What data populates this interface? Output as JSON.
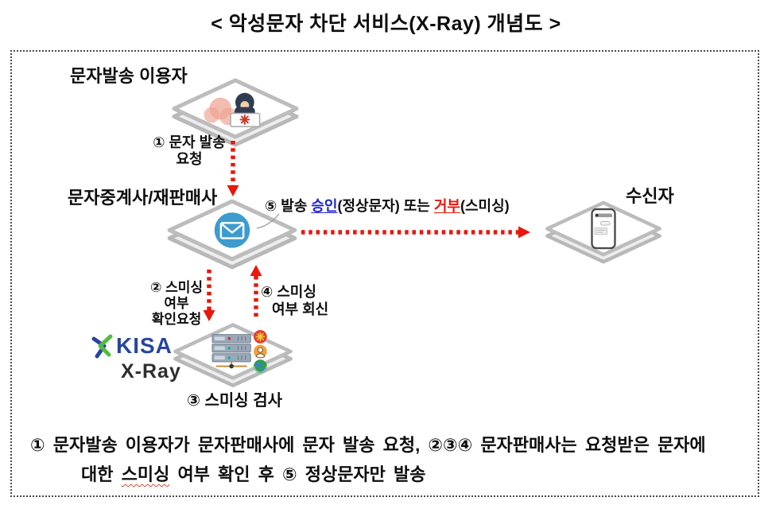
{
  "title": "< 악성문자 차단 서비스(X-Ray) 개념도 >",
  "colors": {
    "arrow_red": "#e8170c",
    "approve_blue": "#1f25c8",
    "reject_red": "#e8170c",
    "mail_circle_blue": "#3d9bce",
    "kisa_blue": "#27459c",
    "kisa_green": "#55b948",
    "tile_border_gray": "#b8b8b8"
  },
  "nodes": {
    "sender": {
      "label": "문자발송 이용자",
      "icon": "hacker-at-laptop-icon"
    },
    "relay": {
      "label": "문자중계사/재판매사",
      "icon": "mail-icon"
    },
    "receiver": {
      "label": "수신자",
      "icon": "smartphone-icon"
    },
    "scanner": {
      "brand": "KISA",
      "product": "X-Ray",
      "icon": "server-scan-icon"
    }
  },
  "steps": {
    "step1": {
      "lines": [
        "① 문자 발송",
        "요청"
      ]
    },
    "step2": {
      "lines": [
        "② 스미싱",
        "여부",
        "확인요청"
      ]
    },
    "step3": {
      "label": "③ 스미싱 검사"
    },
    "step4": {
      "lines": [
        "④ 스미싱",
        "여부 회신"
      ]
    },
    "step5": {
      "prefix": "⑤ 발송 ",
      "approve": "승인",
      "mid": "(정상문자) 또는 ",
      "reject": "거부",
      "suffix": "(스미싱)"
    }
  },
  "footer": {
    "line1": "① 문자발송 이용자가 문자판매사에 문자 발송 요청, ②③④ 문자판매사는 요청받은 문자에",
    "line2_pre": "대한 ",
    "line2_mark": "스미싱",
    "line2_post": " 여부 확인 후 ⑤ 정상문자만 발송"
  }
}
